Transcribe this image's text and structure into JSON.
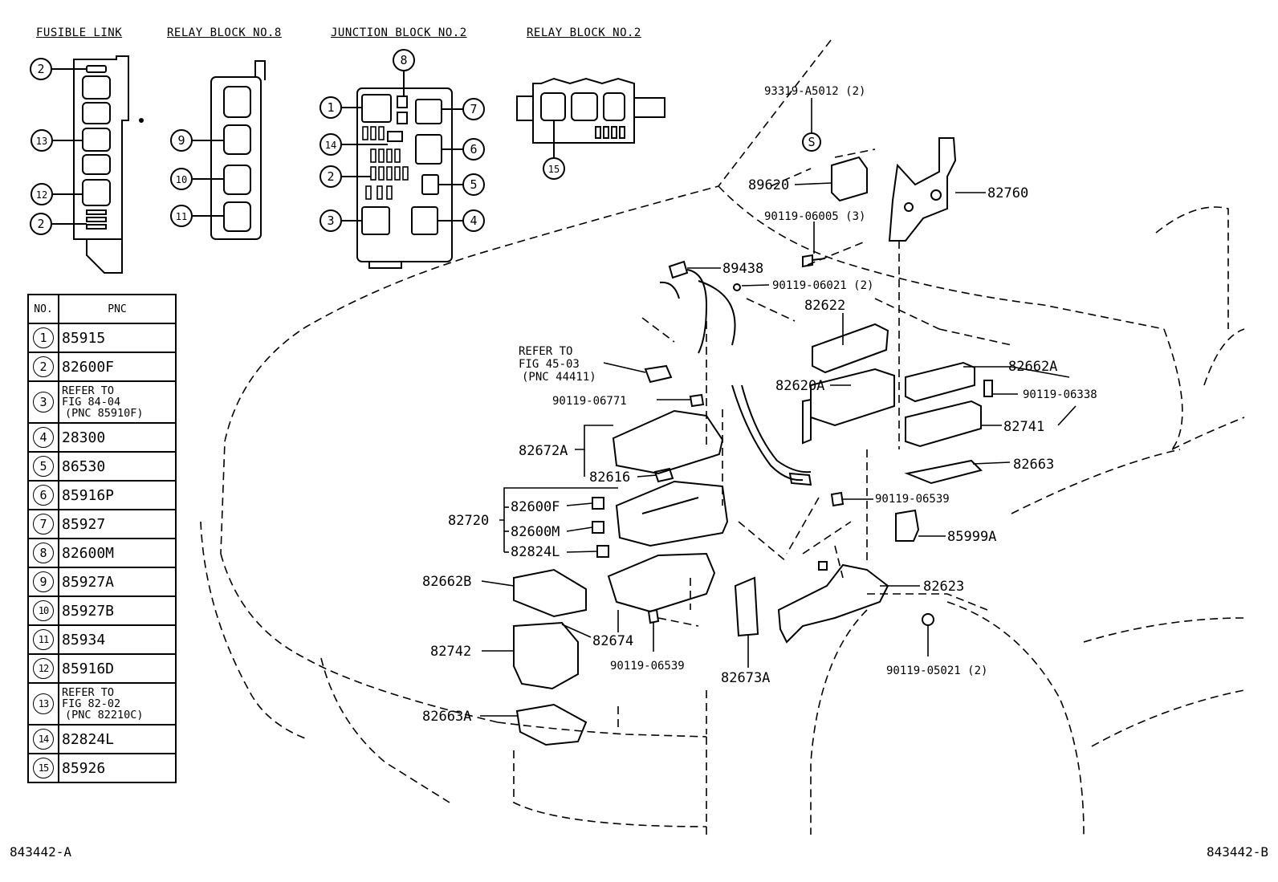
{
  "section_titles": {
    "fusible_link": "FUSIBLE LINK",
    "relay_block_8": "RELAY BLOCK NO.8",
    "junction_block_2": "JUNCTION BLOCK NO.2",
    "relay_block_2": "RELAY BLOCK NO.2"
  },
  "fusible_link_callouts": [
    "2",
    "13",
    "12",
    "2"
  ],
  "relay_block_8_callouts": [
    "9",
    "10",
    "11"
  ],
  "junction_block_callouts": {
    "c1": "1",
    "c8": "8",
    "c7": "7",
    "c14": "14",
    "c6": "6",
    "c2": "2",
    "c5": "5",
    "c3": "3",
    "c4": "4"
  },
  "relay_block_2_callouts": [
    "15"
  ],
  "table": {
    "header_no": "NO.",
    "header_pnc": "PNC",
    "rows": [
      {
        "no": "1",
        "pnc": [
          "85915"
        ]
      },
      {
        "no": "2",
        "pnc": [
          "82600F"
        ]
      },
      {
        "no": "3",
        "pnc": [
          "REFER TO",
          "FIG 84-04",
          "(PNC 85910F)"
        ]
      },
      {
        "no": "4",
        "pnc": [
          "28300"
        ]
      },
      {
        "no": "5",
        "pnc": [
          "86530"
        ]
      },
      {
        "no": "6",
        "pnc": [
          "85916P"
        ]
      },
      {
        "no": "7",
        "pnc": [
          "85927"
        ]
      },
      {
        "no": "8",
        "pnc": [
          "82600M"
        ]
      },
      {
        "no": "9",
        "pnc": [
          "85927A"
        ]
      },
      {
        "no": "10",
        "pnc": [
          "85927B"
        ]
      },
      {
        "no": "11",
        "pnc": [
          "85934"
        ]
      },
      {
        "no": "12",
        "pnc": [
          "85916D"
        ]
      },
      {
        "no": "13",
        "pnc": [
          "REFER TO",
          "FIG 82-02",
          "(PNC 82210C)"
        ]
      },
      {
        "no": "14",
        "pnc": [
          "82824L"
        ]
      },
      {
        "no": "15",
        "pnc": [
          "85926"
        ]
      }
    ]
  },
  "part_labels": {
    "p93319": "93319-A5012 (2)",
    "pS": "S",
    "p89620": "89620",
    "p82760": "82760",
    "p90119_06005": "90119-06005 (3)",
    "p89438": "89438",
    "p90119_06021": "90119-06021 (2)",
    "p82622": "82622",
    "refer1": "REFER TO",
    "refer2": "FIG 45-03",
    "refer3": "(PNC 44411)",
    "p82662A": "82662A",
    "p82620A": "82620A",
    "p90119_06338": "90119-06338",
    "p90119_06771": "90119-06771",
    "p82741": "82741",
    "p82672A": "82672A",
    "p82663": "82663",
    "p82616": "82616",
    "p90119_06539a": "90119-06539",
    "p82720": "82720",
    "p82600F": "82600F",
    "p82600M": "82600M",
    "p85999A": "85999A",
    "p82824L": "82824L",
    "p82662B": "82662B",
    "p82623": "82623",
    "p82742": "82742",
    "p82674": "82674",
    "p90119_06539b": "90119-06539",
    "p90119_05021": "90119-05021 (2)",
    "p82673A": "82673A",
    "p82663A": "82663A"
  },
  "figure_codes": {
    "left": "843442-A",
    "right": "843442-B"
  }
}
